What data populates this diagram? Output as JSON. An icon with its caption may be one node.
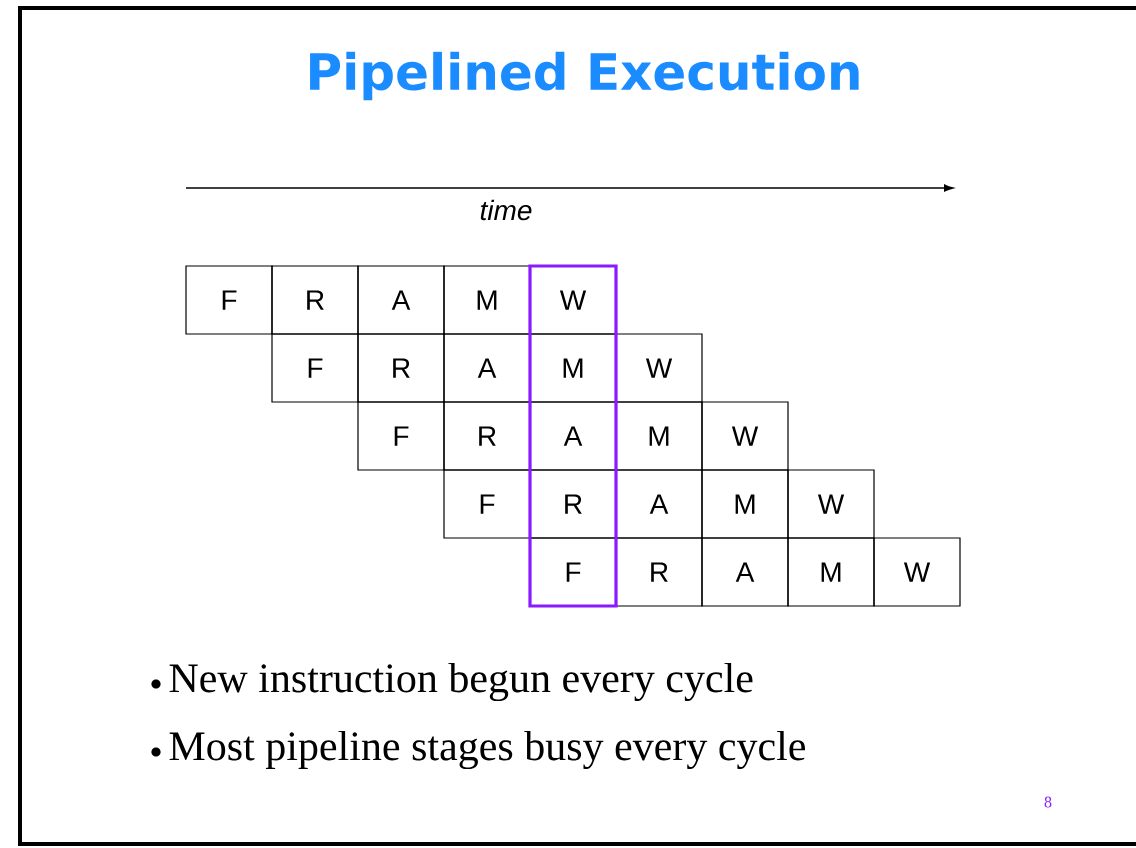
{
  "diagram": {
    "title": "Pipelined Execution",
    "nodes": [
      {
        "text": [
          "F"
        ]
      },
      {
        "text": [
          "R"
        ]
      },
      {
        "text": [
          "A"
        ]
      },
      {
        "text": [
          "M"
        ]
      },
      {
        "text": [
          "W"
        ]
      },
      {
        "text": [
          "F"
        ]
      },
      {
        "text": [
          "R"
        ]
      },
      {
        "text": [
          "A"
        ]
      },
      {
        "text": [
          "M"
        ]
      },
      {
        "text": [
          "W"
        ]
      },
      {
        "text": [
          "F"
        ]
      },
      {
        "text": [
          "R"
        ]
      },
      {
        "text": [
          "A"
        ]
      },
      {
        "text": [
          "M"
        ]
      },
      {
        "text": [
          "W"
        ]
      },
      {
        "text": [
          "F"
        ]
      },
      {
        "text": [
          "R"
        ]
      },
      {
        "text": [
          "A"
        ]
      },
      {
        "text": [
          "M"
        ]
      },
      {
        "text": [
          "W"
        ]
      },
      {
        "text": [
          "F"
        ]
      },
      {
        "text": [
          "R"
        ]
      },
      {
        "text": [
          "A"
        ]
      },
      {
        "text": [
          "M"
        ]
      },
      {
        "text": [
          "W"
        ]
      }
    ],
    "labels": [
      "time",
      "New instruction begun every cycle",
      "Most pipeline stages busy every cycle",
      "8"
    ]
  }
}
